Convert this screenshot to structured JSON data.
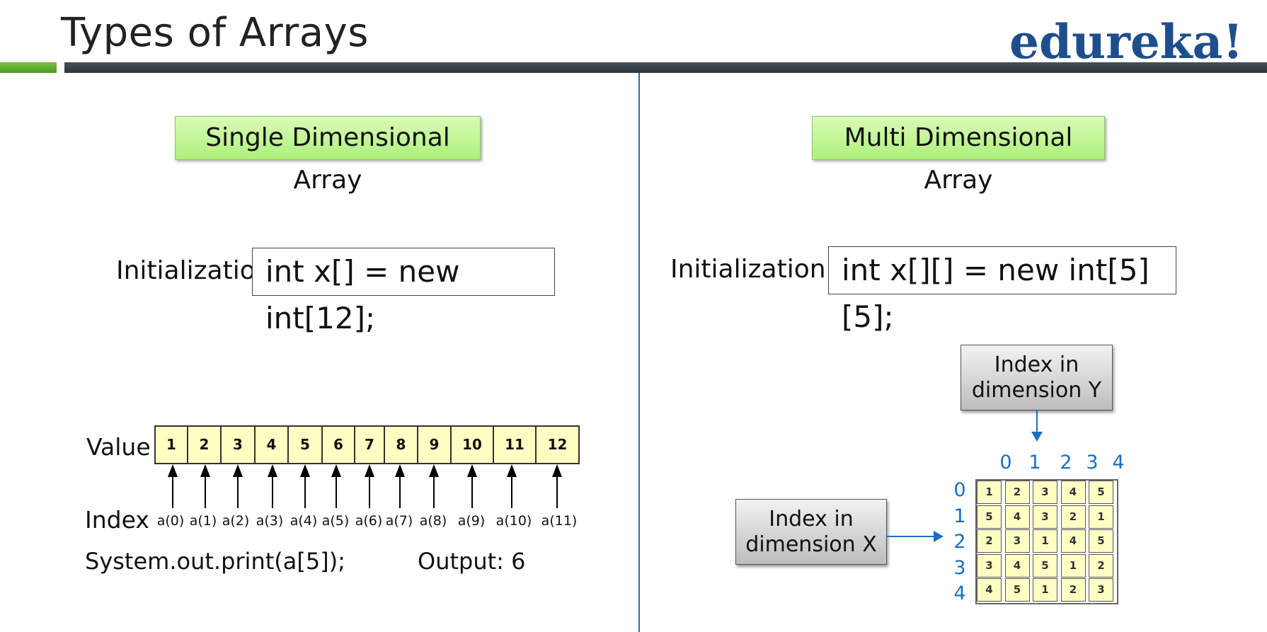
{
  "header": {
    "title": "Types of Arrays",
    "logo_text": "edureka!",
    "colors": {
      "green_bar": "#6ab535",
      "dark_bar": "#333b44",
      "divider": "#1a6fc0",
      "logo": "#1f4e8c"
    }
  },
  "single": {
    "heading": "Single Dimensional Array",
    "init_label": "Initialization:",
    "code": "int x[] = new int[12];",
    "value_label": "Value",
    "index_label": "Index",
    "values": [
      "1",
      "2",
      "3",
      "4",
      "5",
      "6",
      "7",
      "8",
      "9",
      "10",
      "11",
      "12"
    ],
    "indices": [
      "a(0)",
      "a(1)",
      "a(2)",
      "a(3)",
      "a(4)",
      "a(5)",
      "a(6)",
      "a(7)",
      "a(8)",
      "a(9)",
      "a(10)",
      "a(11)"
    ],
    "print_statement": "System.out.print(a[5]);",
    "output": "Output: 6"
  },
  "multi": {
    "heading": "Multi Dimensional Array",
    "init_label": "Initialization:",
    "code": "int x[][] = new int[5][5];",
    "y_box_line1": "Index in",
    "y_box_line2": "dimension Y",
    "x_box_line1": "Index in",
    "x_box_line2": "dimension X",
    "col_indices": [
      "0",
      "1",
      "2",
      "3",
      "4"
    ],
    "row_indices": [
      "0",
      "1",
      "2",
      "3",
      "4"
    ],
    "grid": [
      [
        "1",
        "2",
        "3",
        "4",
        "5"
      ],
      [
        "5",
        "4",
        "3",
        "2",
        "1"
      ],
      [
        "2",
        "3",
        "1",
        "4",
        "5"
      ],
      [
        "3",
        "4",
        "5",
        "1",
        "2"
      ],
      [
        "4",
        "5",
        "1",
        "2",
        "3"
      ]
    ]
  }
}
